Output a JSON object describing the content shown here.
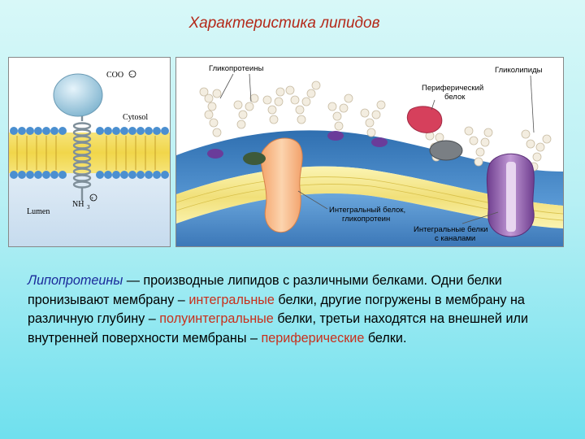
{
  "slide": {
    "title": "Характеристика липидов"
  },
  "left_figure": {
    "label_cooh": "COO",
    "label_cytosol": "Cytosol",
    "label_nh3": "NH",
    "label_lumen": "Lumen"
  },
  "right_figure": {
    "label_glycoproteins": "Гликопротеины",
    "label_glycolipids": "Гликолипиды",
    "label_peripheral_1": "Периферический",
    "label_peripheral_2": "белок",
    "label_integral_1": "Интегральный белок,",
    "label_integral_2": "гликопротеин",
    "label_channels_1": "Интегральные белки",
    "label_channels_2": "с каналами"
  },
  "description": {
    "t1": "Липопротеины",
    "t2": " — производные липидов с различными белками. Одни белки пронизывают мембрану – ",
    "t3": "интегральные",
    "t4": " белки, другие погружены в мембрану на различную глубину – ",
    "t5": "полуинтегральные",
    "t6": " белки, третьи находятся на внешней или внутренней поверхности мембраны – ",
    "t7": "периферические",
    "t8": " белки."
  },
  "colors": {
    "title": "#b4291a",
    "highlight_blue": "#1a2a9a",
    "highlight_red": "#c8301c"
  }
}
